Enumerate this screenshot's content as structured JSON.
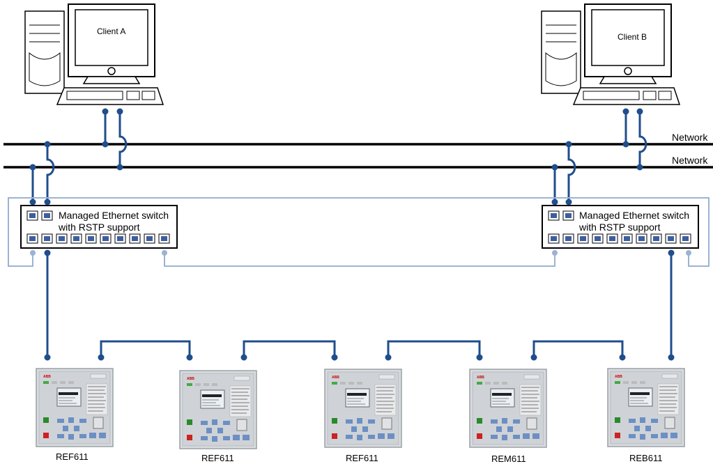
{
  "clients": [
    {
      "name": "Client A"
    },
    {
      "name": "Client B"
    }
  ],
  "networks": [
    {
      "label": "Network"
    },
    {
      "label": "Network"
    }
  ],
  "switches": [
    {
      "line1": "Managed Ethernet switch",
      "line2": "with RSTP support"
    },
    {
      "line1": "Managed Ethernet switch",
      "line2": "with RSTP support"
    }
  ],
  "relays": [
    {
      "label": "REF611",
      "brand": "ABB"
    },
    {
      "label": "REF611",
      "brand": "ABB"
    },
    {
      "label": "REF611",
      "brand": "ABB"
    },
    {
      "label": "REM611",
      "brand": "ABB"
    },
    {
      "label": "REB611",
      "brand": "ABB"
    }
  ],
  "colors": {
    "link": "#1f4e8c",
    "ring": "#9bb3d3",
    "network": "#000000",
    "port": "#3d5e9e"
  }
}
